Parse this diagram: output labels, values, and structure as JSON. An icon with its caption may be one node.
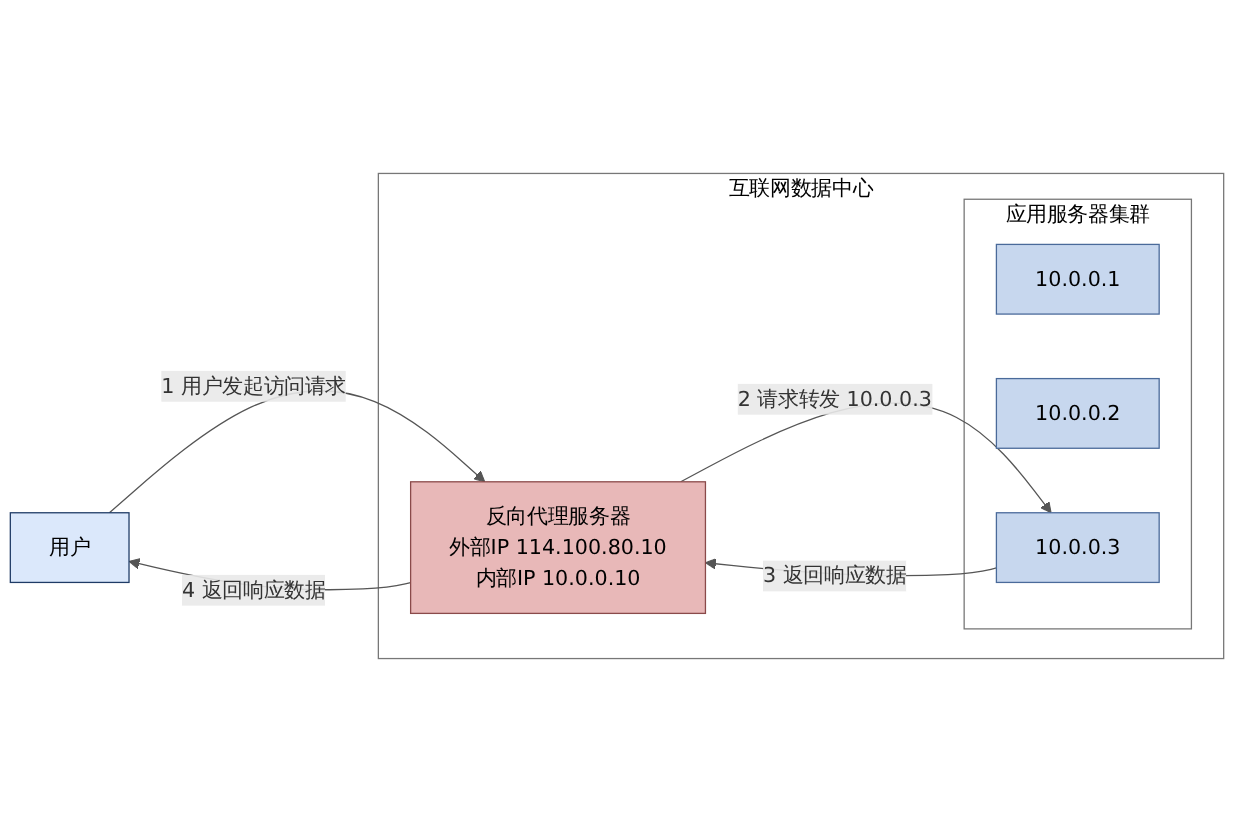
{
  "diagram": {
    "nodes": [
      {
        "text": [
          "用户"
        ]
      },
      {
        "text": [
          "互联网数据中心"
        ]
      },
      {
        "text": [
          "反向代理服务器",
          "外部IP 114.100.80.10",
          "内部IP 10.0.0.10"
        ],
        "in": 1
      },
      {
        "text": [
          "应用服务器集群"
        ],
        "in": 1
      },
      {
        "text": [
          "10.0.0.1"
        ],
        "in": 3
      },
      {
        "text": [
          "10.0.0.2"
        ],
        "in": 3
      },
      {
        "text": [
          "10.0.0.3"
        ],
        "in": 3
      }
    ],
    "edges": [
      {
        "from": 0,
        "to": 2,
        "arrow": "to",
        "label": "1 用户发起访问请求"
      },
      {
        "from": 2,
        "to": 0,
        "arrow": "to",
        "label": "4 返回响应数据"
      },
      {
        "from": 2,
        "to": 6,
        "arrow": "to",
        "label": "2 请求转发 10.0.0.3"
      },
      {
        "from": 6,
        "to": 2,
        "arrow": "to",
        "label": "3 返回响应数据"
      }
    ]
  }
}
